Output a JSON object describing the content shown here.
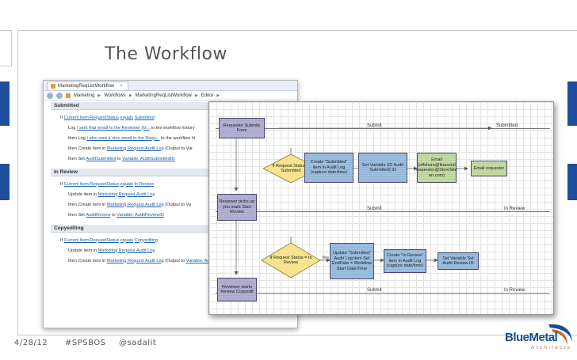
{
  "slide": {
    "title": "The Workflow",
    "footer": {
      "date": "4/28/12",
      "hashtag": "#SPSBOS",
      "handle": "@sadalit"
    },
    "logo": {
      "name": "BlueMetal",
      "sub": "Architects"
    },
    "colors": {
      "accent": "#1f4e9c",
      "logo_orange": "#c0652a"
    }
  },
  "designer": {
    "tab_label": "MarketingReqListWorkflow",
    "breadcrumb": [
      "Marketing",
      "Workflows",
      "MarketingReqListWorkflow",
      "Editor"
    ],
    "stages": [
      {
        "name": "Submitted",
        "condition": {
          "prefix": "If",
          "field": "Current Item:RequestStatus",
          "op": "equals",
          "value": "Submitted"
        },
        "actions": [
          {
            "prefix": "Log",
            "link": "I sent that email to the Reviewer (ki...",
            "suffix": "to the workflow history"
          },
          {
            "prefix": "then Log",
            "link": "I also sent a nice email to the Requ...",
            "suffix": "to the workflow hi"
          },
          {
            "prefix": "then Create item in",
            "link": "Marketing Request Audit Log",
            "suffix": "(Output to Var"
          },
          {
            "prefix": "then Set",
            "link": "AuditSubmitted",
            "mid": "to",
            "link2": "Variable: AuditSubmittedID",
            "suffix": ""
          }
        ]
      },
      {
        "name": "In Review",
        "condition": {
          "prefix": "If",
          "field": "Current Item:RequestStatus",
          "op": "equals",
          "value": "In Review"
        },
        "actions": [
          {
            "prefix": "Update item in",
            "link": "Marketing Request Audit Log",
            "suffix": ""
          },
          {
            "prefix": "then Create item in",
            "link": "Marketing Request Audit Log",
            "suffix": "(Output to Va"
          },
          {
            "prefix": "then Set",
            "link": "AuditReview",
            "mid": "to",
            "link2": "Variable: AuditReviewID",
            "suffix": ""
          }
        ]
      },
      {
        "name": "Copyediting",
        "condition": {
          "prefix": "If",
          "field": "Current Item:RequestStatus",
          "op": "equals",
          "value": "Copyediting"
        },
        "actions": [
          {
            "prefix": "Update item in",
            "link": "Marketing Request Audit Log",
            "suffix": ""
          },
          {
            "prefix": "then Create item in",
            "link": "Marketing Request Audit Log",
            "suffix": "(Output to",
            "link2": "Variable: AuditCopyeditingID"
          }
        ]
      }
    ]
  },
  "flowchart": {
    "lanes": [
      {
        "left": "Submit",
        "right": "Submitted"
      },
      {
        "left": "Submit",
        "right": "In Review"
      },
      {
        "left": "Submit",
        "right": "In Review"
      }
    ],
    "boxes": {
      "requestor_submits": "Requestor Submits Form",
      "reviewer_picks_up": "Reviewer picks up you mark Start Review",
      "reviewer_starts_copyedit": "Reviewer starts Review Copyedit",
      "create_submitted": "Create \"Submitted\" item in Audit Log (capture date/time)",
      "set_variable_1": "Set Variable (ID Audit Submitted) ID",
      "email_reviewer": "Email (offshore@financial requestor@StoreSite en.com)",
      "email_requestor": "Email requestor",
      "update_submitted": "Update \"Submitted\" Audit Log item Set EndDate = Workflow Start Date/Time",
      "create_in_review": "Create \"In Review\" item in Audit Log (capture date/time)",
      "set_variable_2": "Set Variable Set Audit Review ID"
    },
    "diamonds": {
      "d1": "If Request Status = Submitted",
      "d2": "If Request Status = In Review"
    },
    "yes_label": "Yes"
  }
}
